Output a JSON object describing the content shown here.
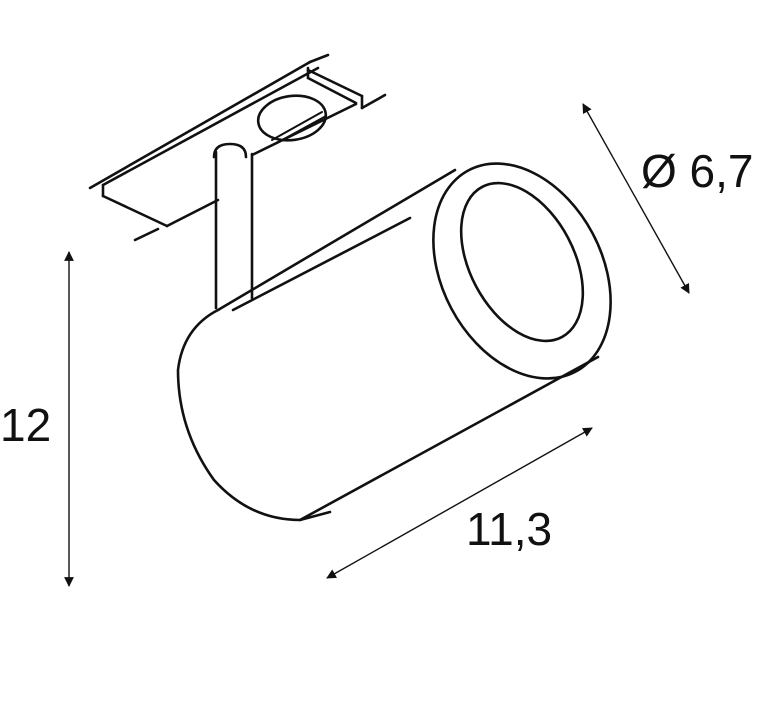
{
  "drawing": {
    "subject": "track spotlight dimension drawing",
    "colors": {
      "line": "#111111",
      "background": "#ffffff"
    }
  },
  "dimensions": {
    "height": {
      "value": "12"
    },
    "length": {
      "value": "11,3"
    },
    "diameter": {
      "value": "Ø 6,7"
    }
  }
}
